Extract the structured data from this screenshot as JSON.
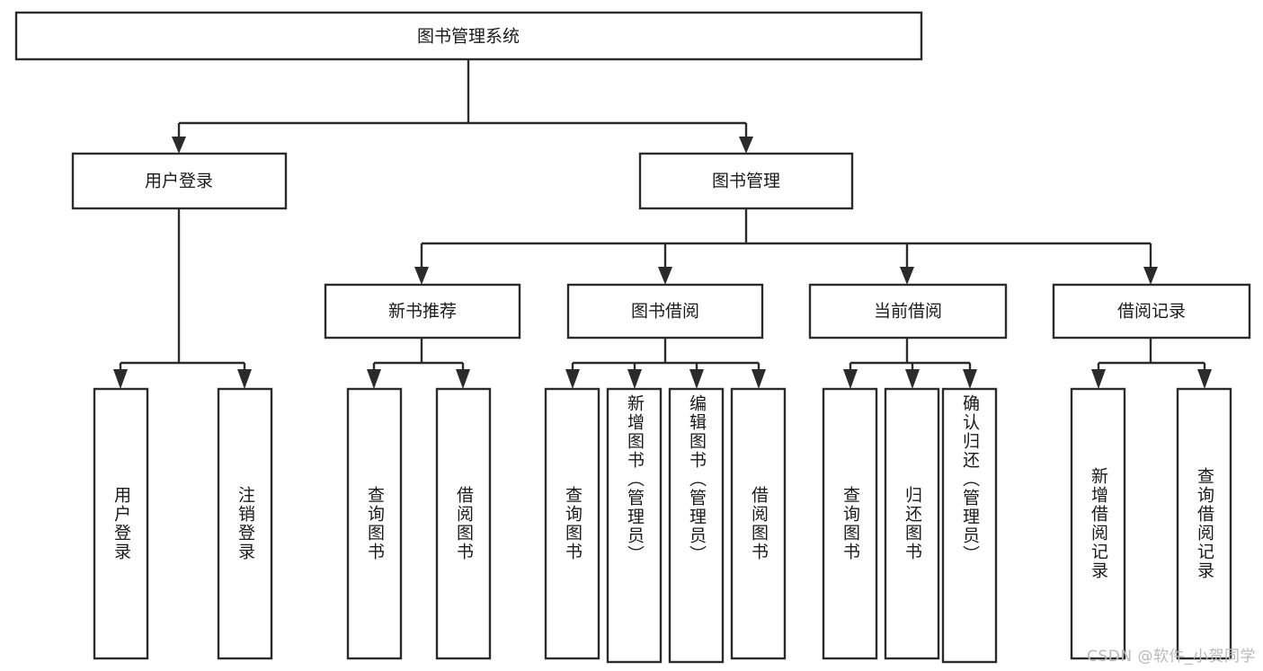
{
  "diagram": {
    "type": "tree",
    "orientation": "top-down",
    "title": "图书管理系统",
    "root": {
      "id": "root",
      "label": "图书管理系统"
    },
    "level1": [
      {
        "id": "user-login",
        "label": "用户登录"
      },
      {
        "id": "book-management",
        "label": "图书管理"
      }
    ],
    "level2": [
      {
        "id": "new-book-recommend",
        "label": "新书推荐",
        "parent": "book-management"
      },
      {
        "id": "book-borrow",
        "label": "图书借阅",
        "parent": "book-management"
      },
      {
        "id": "current-borrow",
        "label": "当前借阅",
        "parent": "book-management"
      },
      {
        "id": "borrow-record",
        "label": "借阅记录",
        "parent": "book-management"
      }
    ],
    "leaves": [
      {
        "id": "leaf-user-login",
        "label": "用户登录",
        "parent": "user-login"
      },
      {
        "id": "leaf-logout-login",
        "label": "注销登录",
        "parent": "user-login"
      },
      {
        "id": "leaf-query-book-1",
        "label": "查询图书",
        "parent": "new-book-recommend"
      },
      {
        "id": "leaf-borrow-book-1",
        "label": "借阅图书",
        "parent": "new-book-recommend"
      },
      {
        "id": "leaf-query-book-2",
        "label": "查询图书",
        "parent": "book-borrow"
      },
      {
        "id": "leaf-add-book",
        "label": "新增图书（管理员）",
        "parent": "book-borrow"
      },
      {
        "id": "leaf-edit-book",
        "label": "编辑图书（管理员）",
        "parent": "book-borrow"
      },
      {
        "id": "leaf-borrow-book-2",
        "label": "借阅图书",
        "parent": "book-borrow"
      },
      {
        "id": "leaf-query-book-3",
        "label": "查询图书",
        "parent": "current-borrow"
      },
      {
        "id": "leaf-return-book",
        "label": "归还图书",
        "parent": "current-borrow"
      },
      {
        "id": "leaf-confirm-return",
        "label": "确认归还（管理员）",
        "parent": "current-borrow"
      },
      {
        "id": "leaf-add-record",
        "label": "新增借阅记录",
        "parent": "borrow-record"
      },
      {
        "id": "leaf-query-record",
        "label": "查询借阅记录",
        "parent": "borrow-record"
      }
    ],
    "colors": {
      "stroke": "#2b2b2b",
      "fill": "#ffffff",
      "text": "#1a1a1a",
      "watermark": "#b9b9b9",
      "background": "#ffffff"
    }
  },
  "watermark": {
    "text": "CSDN @软件_小贺同学"
  }
}
